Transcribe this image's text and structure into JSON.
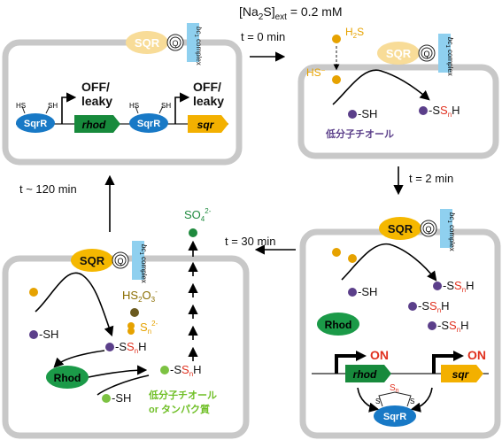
{
  "title": {
    "na2s": "[Na",
    "sub2": "2",
    "s": "S]",
    "ext": "ext",
    "val": " = 0.2 mM"
  },
  "times": {
    "t0": "t = 0 min",
    "t2": "t = 2 min",
    "t30": "t = 30 min",
    "t120": "t ~ 120 min"
  },
  "labels": {
    "sqr": "SQR",
    "q": "Q",
    "bc1": "bc",
    "bc1_sub": "1",
    "complex": " complex",
    "sqrR": "SqrR",
    "rhod": "rhod",
    "sqr_gene": "sqr",
    "off": "OFF/",
    "leaky": "leaky",
    "on": "ON",
    "hs": "HS",
    "sh": "SH",
    "h2s": "H",
    "h2s_2": "2",
    "h2s_3": "S",
    "hs_minus": "HS",
    "minus": "−",
    "dash_sh": "-SH",
    "s": "S",
    "sn_n": "n",
    "h": "H",
    "dash": "-",
    "lmw_thiol": "低分子チオール",
    "lmw_thiol_or_protein_1": "低分子チオール",
    "lmw_thiol_or_protein_2": "or  タンパク質",
    "rhod_enzyme": "Rhod",
    "so4": "SO",
    "so4_sub": "4",
    "so4_sup": "2-",
    "hs2o3": "HS",
    "hs2o3_sub": "2",
    "hs2o3_o": "O",
    "hs2o3_sub2": "3",
    "hs2o3_sup": "-",
    "sn": "S",
    "sn_sub": "n",
    "sn_sup": "2-"
  },
  "colors": {
    "sqr_inactive": "#f8dc98",
    "sqr_active": "#f5b800",
    "bc1": "#8fd0ef",
    "sqrR": "#1879c6",
    "rhod_gene": "#178a3c",
    "sqr_gene": "#f3b000",
    "rhod_enzyme": "#1b9a48",
    "thiol": "#5b3f8a",
    "sulfide": "#e6a200",
    "green_thiol": "#7cc242",
    "sulfate": "#1f8a3e",
    "polysulfide": "#e0301e"
  }
}
